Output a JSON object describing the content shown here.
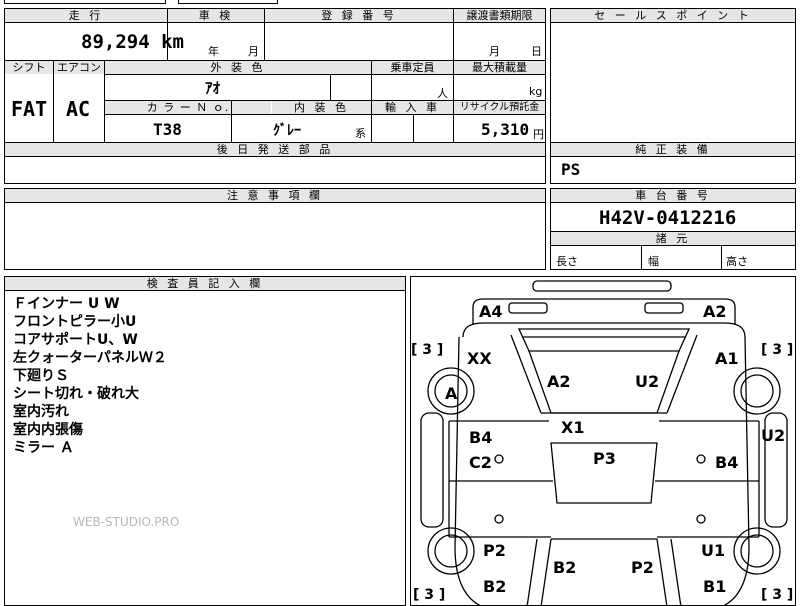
{
  "spec_table": {
    "mileage": {
      "label": "走 行",
      "value": "89,294 km"
    },
    "inspection": {
      "label": "車 検",
      "year_unit": "年",
      "month_unit": "月"
    },
    "registration": {
      "label": "登 録 番 号"
    },
    "transfer_deadline": {
      "label": "譲渡書類期限",
      "month_unit": "月",
      "day_unit": "日"
    },
    "shift": {
      "label": "シフト",
      "value": "FAT"
    },
    "aircon": {
      "label": "エアコン",
      "value": "AC"
    },
    "exterior_color": {
      "label": "外 装 色",
      "value": "ｱｵ"
    },
    "capacity": {
      "label": "乗車定員",
      "unit": "人"
    },
    "max_load": {
      "label": "最大積載量",
      "unit": "kg"
    },
    "color_no": {
      "label": "カ ラ ー Ｎ ｏ.",
      "value": "T38"
    },
    "interior_color": {
      "label": "内 装 色",
      "value": "ｸﾞﾚｰ",
      "suffix": "系"
    },
    "import": {
      "label": "輸 入 車"
    },
    "recycle_fee": {
      "label": "リサイクル預託金",
      "value": "5,310",
      "unit": "円"
    },
    "later_parts": {
      "label": "後 日 発 送 部 品"
    }
  },
  "sales_point": {
    "label": "セ ー ル ス ポ イ ン ト"
  },
  "equipment": {
    "label": "純 正 装 備",
    "value": "PS"
  },
  "caution": {
    "label": "注 意 事 項 欄"
  },
  "chassis": {
    "label": "車 台 番 号",
    "value": "H42V-0412216"
  },
  "dimensions": {
    "label": "諸 元",
    "length": "長さ",
    "width": "幅",
    "height": "高さ"
  },
  "inspector_notes": {
    "label": "検 査 員 記 入 欄",
    "lines": [
      "Ｆインナー U W",
      "フロントピラー小U",
      "コアサポートU、W",
      "左クォーターパネルＷ２",
      "下廻りＳ",
      "シート切れ・破れ大",
      "室内汚れ",
      "室内内張傷",
      "ミラー Ａ"
    ]
  },
  "watermark": "WEB-STUDIO.PRO",
  "diagram": {
    "marks": {
      "a4": "A4",
      "a2_top_right": "A2",
      "xx": "XX",
      "a_left": "A",
      "a1": "A1",
      "a2_center": "A2",
      "u2_center": "U2",
      "x1": "X1",
      "b4_left": "B4",
      "c2": "C2",
      "p3": "P3",
      "b4_right": "B4",
      "u2_right": "U2",
      "p2_left": "P2",
      "b2_center": "B2",
      "p2_center": "P2",
      "u1": "U1",
      "b2_left": "B2",
      "b1": "B1",
      "bracket_left": "[ 3 ]",
      "bracket_right": "[ 3 ]",
      "bracket_bottom_left": "[ 3 ]",
      "bracket_bottom_right": "[ 3 ]"
    }
  }
}
